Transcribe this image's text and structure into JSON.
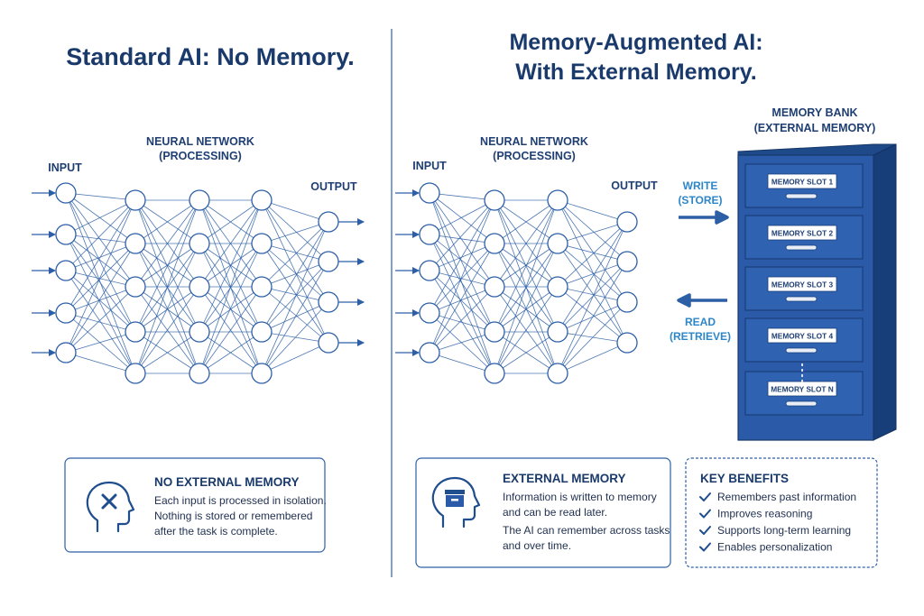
{
  "left": {
    "title": "Standard AI: No Memory.",
    "network_label": [
      "NEURAL NETWORK",
      "(PROCESSING)"
    ],
    "input_label": "INPUT",
    "output_label": "OUTPUT",
    "card": {
      "heading": "NO EXTERNAL MEMORY",
      "lines": [
        "Each input is processed in isolation.",
        "Nothing is stored or remembered",
        "after the task is complete."
      ],
      "icon": "head-x-icon"
    }
  },
  "right": {
    "title_lines": [
      "Memory-Augmented AI:",
      "With External Memory."
    ],
    "network_label": [
      "NEURAL NETWORK",
      "(PROCESSING)"
    ],
    "input_label": "INPUT",
    "output_label": "OUTPUT",
    "write_label": [
      "WRITE",
      "(STORE)"
    ],
    "read_label": [
      "READ",
      "(RETRIEVE)"
    ],
    "memory_bank_label": [
      "MEMORY BANK",
      "(EXTERNAL MEMORY)"
    ],
    "slots": [
      "MEMORY SLOT 1",
      "MEMORY SLOT 2",
      "MEMORY SLOT 3",
      "MEMORY SLOT 4",
      "MEMORY SLOT N"
    ],
    "card": {
      "heading": "EXTERNAL MEMORY",
      "lines": [
        "Information is written to memory",
        "and can be read later.",
        "The AI can remember across tasks",
        "and over time."
      ],
      "icon": "head-archive-icon"
    },
    "benefits": {
      "heading": "KEY BENEFITS",
      "items": [
        "Remembers past information",
        "Improves reasoning",
        "Supports long-term learning",
        "Enables personalization"
      ]
    }
  },
  "colors": {
    "primary": "#1f4e8f",
    "accent": "#2d86c9",
    "cabinet": "#2b5ba8"
  }
}
